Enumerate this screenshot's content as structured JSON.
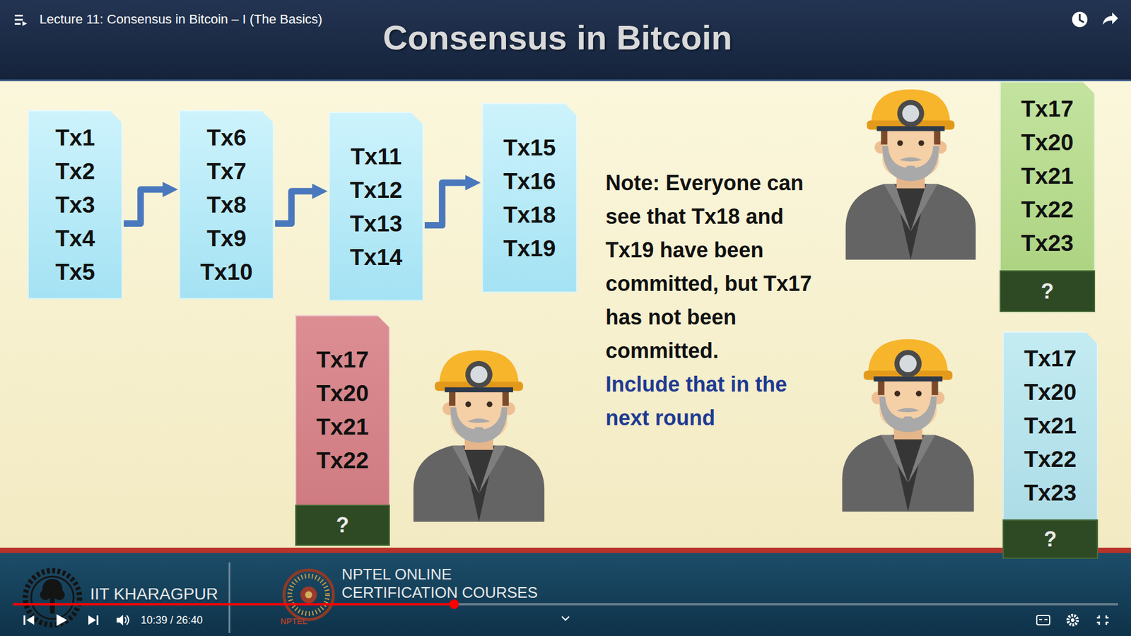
{
  "diagram": {
    "title": "Consensus in Bitcoin",
    "nodes": [
      {
        "text": [
          "Tx1",
          "Tx2",
          "Tx3",
          "Tx4",
          "Tx5"
        ]
      },
      {
        "text": [
          "Tx6",
          "Tx7",
          "Tx8",
          "Tx9",
          "Tx10"
        ]
      },
      {
        "text": [
          "Tx11",
          "Tx12",
          "Tx13",
          "Tx14"
        ]
      },
      {
        "text": [
          "Tx15",
          "Tx16",
          "Tx18",
          "Tx19"
        ]
      },
      {
        "text": [
          "Tx17",
          "Tx20",
          "Tx21",
          "Tx22"
        ]
      },
      {
        "text": [
          "?"
        ],
        "in": 4
      },
      {
        "text": [
          "Tx17",
          "Tx20",
          "Tx21",
          "Tx22",
          "Tx23"
        ]
      },
      {
        "text": [
          "?"
        ],
        "in": 6
      },
      {
        "text": [
          "Tx17",
          "Tx20",
          "Tx21",
          "Tx22",
          "Tx23"
        ]
      },
      {
        "text": [
          "?"
        ],
        "in": 8
      }
    ],
    "edges": [
      {
        "from": 0,
        "to": 1,
        "arrow": "to"
      },
      {
        "from": 1,
        "to": 2,
        "arrow": "to"
      },
      {
        "from": 2,
        "to": 3,
        "arrow": "to"
      }
    ],
    "labels": [
      "Lecture 11: Consensus in Bitcoin – I (The Basics)",
      "Note: Everyone can see that Tx18 and Tx19 have been committed, but Tx17 has not been committed.",
      "Include that in the next round",
      "IIT KHARAGPUR",
      "NPTEL ONLINE CERTIFICATION COURSES",
      "NPTEL",
      "10:39 / 26:40"
    ]
  }
}
